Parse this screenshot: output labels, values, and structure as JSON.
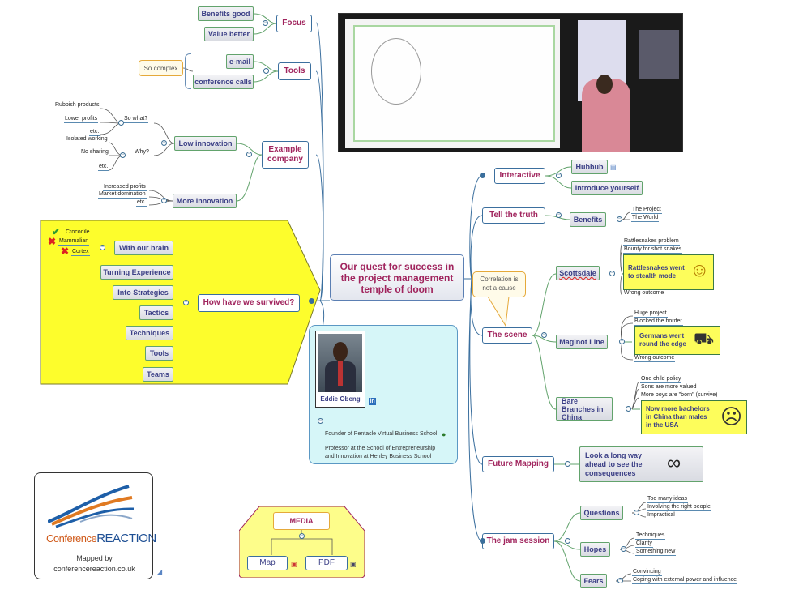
{
  "central": "Our quest for success in the project management temple of doom",
  "branches": {
    "focus": {
      "label": "Focus",
      "items": [
        "Benefits good",
        "Value better"
      ]
    },
    "tools": {
      "label": "Tools",
      "items": [
        "e-mail",
        "conference calls"
      ],
      "note": "So complex"
    },
    "example": {
      "label": "Example company",
      "low": {
        "label": "Low innovation",
        "so_what": "So what?",
        "why": "Why?",
        "so_what_items": [
          "Rubbish products",
          "Lower profits",
          "etc."
        ],
        "why_items": [
          "Isolated working",
          "No sharing",
          "etc."
        ]
      },
      "more": {
        "label": "More innovation",
        "items": [
          "Increased profits",
          "Market domination",
          "etc."
        ]
      }
    },
    "survived": {
      "label": "How have we survived?",
      "items": [
        "With our brain",
        "Turning Experience",
        "Into Strategies",
        "Tactics",
        "Techniques",
        "Tools",
        "Teams"
      ],
      "brain_items": [
        "Crocodile",
        "Mammalian",
        "Cortex"
      ]
    },
    "presenter": {
      "name": "Eddie Obeng",
      "notes": [
        "Founder of Pentacle Virtual Business School",
        "Professor at the School of Entrepreneurship and Innovation at Henley Business School"
      ]
    },
    "interactive": {
      "label": "Interactive",
      "items": [
        "Hubbub",
        "Introduce yourself"
      ]
    },
    "truth": {
      "label": "Tell the truth",
      "benefits": "Benefits",
      "items": [
        "The Project",
        "The World"
      ]
    },
    "scene": {
      "label": "The scene",
      "callout": "Correlation is not a cause",
      "scottsdale": {
        "label": "Scottsdale",
        "items": [
          "Rattlesnakes problem",
          "Bounty for shot snakes",
          "Wrong outcome"
        ],
        "note": "Rattlesnakes went to stealth mode"
      },
      "maginot": {
        "label": "Maginot Line",
        "items": [
          "Huge project",
          "Blocked the border",
          "Wrong outcome"
        ],
        "note": "Germans went round the edge"
      },
      "china": {
        "label": "Bare Branches in China",
        "items": [
          "One child policy",
          "Sons are more valued",
          "More boys are \"born\" (survive)"
        ],
        "note": "Now more bachelors in China than males in the USA"
      }
    },
    "future": {
      "label": "Future Mapping",
      "note": "Look a long way ahead to see the consequences"
    },
    "jam": {
      "label": "The jam session",
      "questions": {
        "label": "Questions",
        "items": [
          "Too many ideas",
          "Involving the right people",
          "Impractical"
        ]
      },
      "hopes": {
        "label": "Hopes",
        "items": [
          "Techniques",
          "Clarity",
          "Something new"
        ]
      },
      "fears": {
        "label": "Fears",
        "items": [
          "Convincing",
          "Coping with external power and influence"
        ]
      }
    }
  },
  "media": {
    "title": "MEDIA",
    "map": "Map",
    "pdf": "PDF"
  },
  "logo": {
    "brand_a": "Conference",
    "brand_b": "REACTION",
    "line1": "Mapped by",
    "line2": "conferencereaction.co.uk"
  },
  "colors": {
    "accent": "#a0245d",
    "node_text": "#3b3f86",
    "connector": "#3b6f9e",
    "highlight": "#fdfd5b",
    "branch_green": "#62a36c"
  }
}
